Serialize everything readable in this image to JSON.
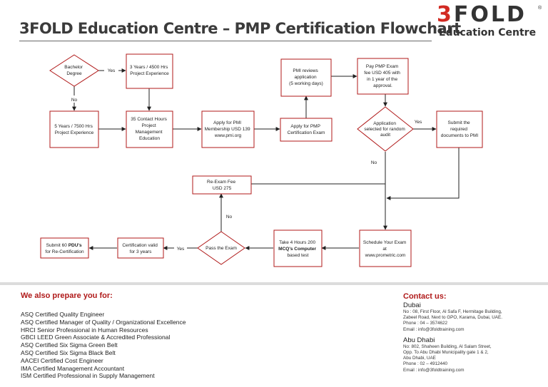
{
  "header": {
    "title": "3FOLD Education Centre – PMP Certification Flowchart",
    "logo_mark_red": "3",
    "logo_mark_rest": "FOLD",
    "logo_reg": "®",
    "logo_sub": "Education Centre"
  },
  "flow": {
    "bachelor": [
      "Bachelor",
      "Degree"
    ],
    "yes1": "Yes",
    "no1": "No",
    "years3": [
      "3 Years / 4500 Hrs",
      "Project Experience"
    ],
    "years5": [
      "5 Years / 7500 Hrs",
      "Project Experience"
    ],
    "contact35": [
      "35 Contact Hours",
      "Project",
      "Management",
      "Education"
    ],
    "apply_pmi": [
      "Apply for PMI",
      "Membership USD 139",
      "www.pmi.org"
    ],
    "apply_pmp": [
      "Apply for PMP",
      "Certification Exam"
    ],
    "pmi_reviews": [
      "PMI reviews",
      "application",
      "(5 working days)"
    ],
    "pay_fee": [
      "Pay PMP Exam",
      "fee USD 405 with",
      "in 1 year of the",
      "approval."
    ],
    "audit": [
      "Application",
      "selected for random",
      "audit"
    ],
    "yes_audit": "Yes",
    "no_audit": "No",
    "submit_docs": [
      "Submit the",
      "required",
      "documents to PMI"
    ],
    "reexam": [
      "Re-Exam Fee",
      "USD 275"
    ],
    "schedule": [
      "Schedule Your Exam",
      "at",
      "www.prometric.com"
    ],
    "take_exam_l1": "Take 4 Hours 200",
    "take_exam_l2": "MCQ's Computer",
    "take_exam_l3": "based test",
    "pass_exam": "Pass the Exam",
    "no_pass": "No",
    "yes_pass": "Yes",
    "cert_valid": [
      "Certification valid",
      "for 3 years"
    ],
    "submit_pdu_pre": "Submit 60 ",
    "submit_pdu_bold": "PDU's",
    "submit_pdu_l2": "for Re-Certification"
  },
  "prepare": {
    "title": "We also prepare you for:",
    "items": [
      "ASQ Certified Quality Engineer",
      "ASQ Certified Manager of Quality / Organizational Excellence",
      "HRCI Senior Professional in Human Resources",
      "GBCI LEED Green Associate & Accredited Professional",
      "ASQ Certified Six Sigma Green Belt",
      "ASQ Certified Six Sigma Black Belt",
      "AACEI Certified Cost Engineer",
      "IMA Certified Management Accountant",
      "ISM Certified Professional in Supply Management"
    ]
  },
  "contact": {
    "title": "Contact us:",
    "dubai": {
      "city": "Dubai",
      "lines": [
        "No : 08, First Floor, Al Safa F, Hermitage Building,",
        "Zabeel Road, Next to GPO, Karama, Dubai, UAE.",
        "Phone : 04 – 3574622",
        "Email : info@3foldtraining.com"
      ]
    },
    "abudhabi": {
      "city": "Abu Dhabi",
      "lines": [
        "No: 802, Shaheen Building, Al Salam Street,",
        "Opp. To Abu Dhabi Municipality gate 1 & 2,",
        "Abu Dhabi, UAE",
        "Phone : 02 – 4912440",
        "Email : info@3foldtraining.com"
      ]
    }
  }
}
